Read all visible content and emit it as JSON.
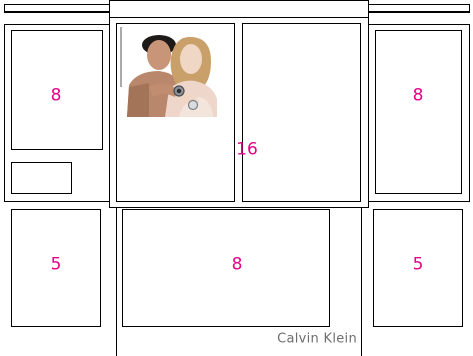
{
  "colors": {
    "accent": "#e6008a"
  },
  "photo": {
    "subject": "couple-with-wristwatches"
  },
  "blocks": {
    "left_top": "8",
    "center_large": "16",
    "right_top": "8",
    "left_bottom": "5",
    "center_bottom": "8",
    "right_bottom": "5"
  },
  "brand": {
    "label": "Calvin Klein"
  }
}
